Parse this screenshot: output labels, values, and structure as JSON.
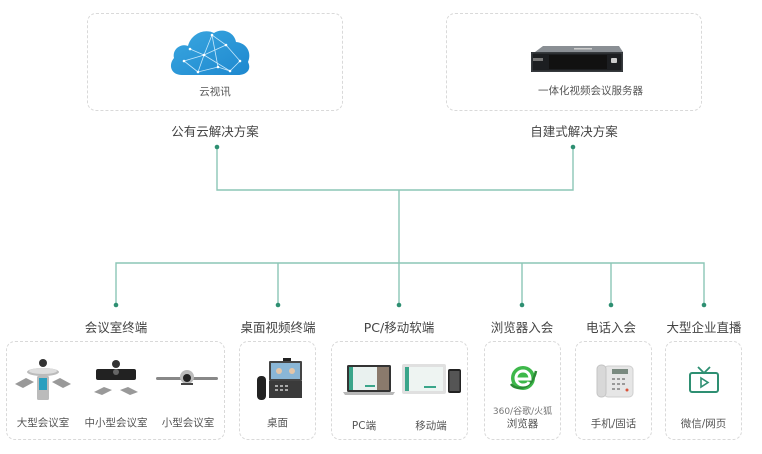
{
  "colors": {
    "line": "#7fbfae",
    "dot": "#2e8f72",
    "border": "#d9d9d9"
  },
  "top": {
    "public": {
      "title": "公有云解决方案",
      "caption": "云视讯",
      "icon": "cloud-icon"
    },
    "private": {
      "title": "自建式解决方案",
      "caption": "一体化视频会议服务器",
      "icon": "server-icon"
    }
  },
  "categories": [
    {
      "title": "会议室终端",
      "items": [
        {
          "label": "大型会议室",
          "icon": "large-room-system-icon"
        },
        {
          "label": "中小型会议室",
          "icon": "mid-room-system-icon"
        },
        {
          "label": "小型会议室",
          "icon": "small-room-camera-icon"
        }
      ]
    },
    {
      "title": "桌面视频终端",
      "items": [
        {
          "label": "桌面",
          "icon": "desktop-video-phone-icon"
        }
      ]
    },
    {
      "title": "PC/移动软端",
      "items": [
        {
          "label": "PC端",
          "icon": "laptop-icon"
        },
        {
          "label": "移动端",
          "icon": "tablet-phone-icon"
        }
      ]
    },
    {
      "title": "浏览器入会",
      "items": [
        {
          "sublabel": "360/谷歌/火狐",
          "label": "浏览器",
          "icon": "browser-icon"
        }
      ]
    },
    {
      "title": "电话入会",
      "items": [
        {
          "label": "手机/固话",
          "icon": "telephone-icon"
        }
      ]
    },
    {
      "title": "大型企业直播",
      "items": [
        {
          "label": "微信/网页",
          "icon": "tv-live-icon"
        }
      ]
    }
  ]
}
